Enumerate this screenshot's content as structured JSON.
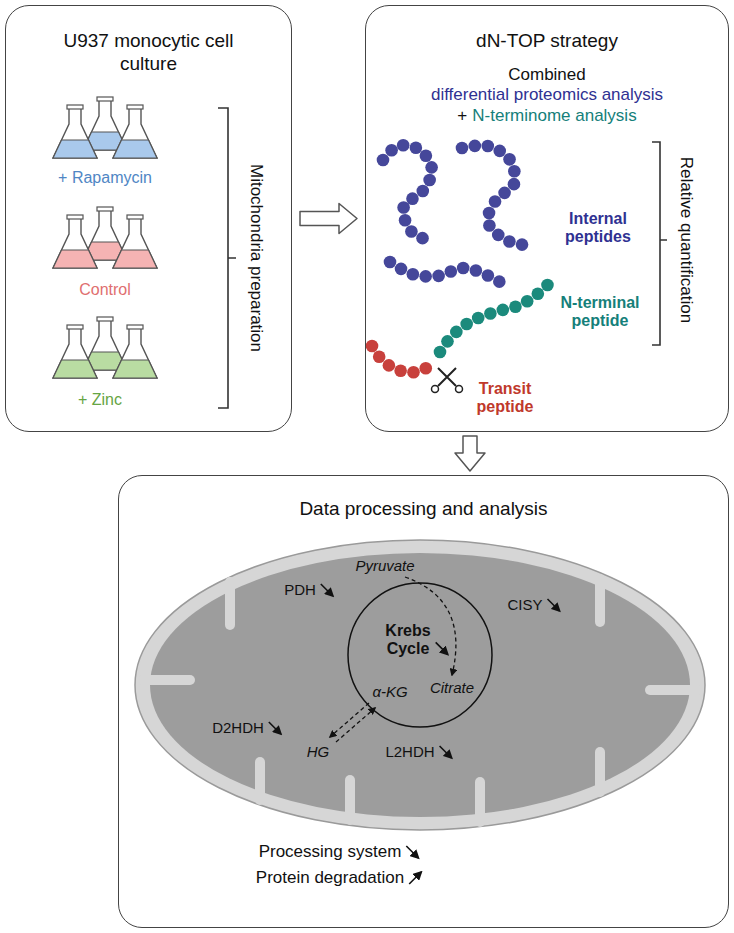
{
  "diagram": {
    "nodes": [
      {
        "text": [
          "U937 monocytic cell culture"
        ]
      },
      {
        "text": [
          "dN-TOP strategy",
          "Combined",
          "differential proteomics analysis",
          "+",
          "N-terminome analysis"
        ]
      },
      {
        "text": [
          "Data processing and analysis"
        ]
      }
    ],
    "edges": [
      {
        "from": 0,
        "to": 1,
        "arrow": "to"
      },
      {
        "from": 1,
        "to": 2,
        "arrow": "to"
      }
    ],
    "labels": [
      "+ Rapamycin",
      "Control",
      "+ Zinc",
      "Mitochondria preparation",
      "Internal peptides",
      "N-terminal peptide",
      "Transit peptide",
      "Relative quantification",
      "Pyruvate",
      "PDH",
      "CISY",
      "Citrate",
      "Krebs Cycle",
      "α-KG",
      "D2HDH",
      "HG",
      "L2HDH",
      "Processing system",
      "Protein degradation"
    ]
  }
}
